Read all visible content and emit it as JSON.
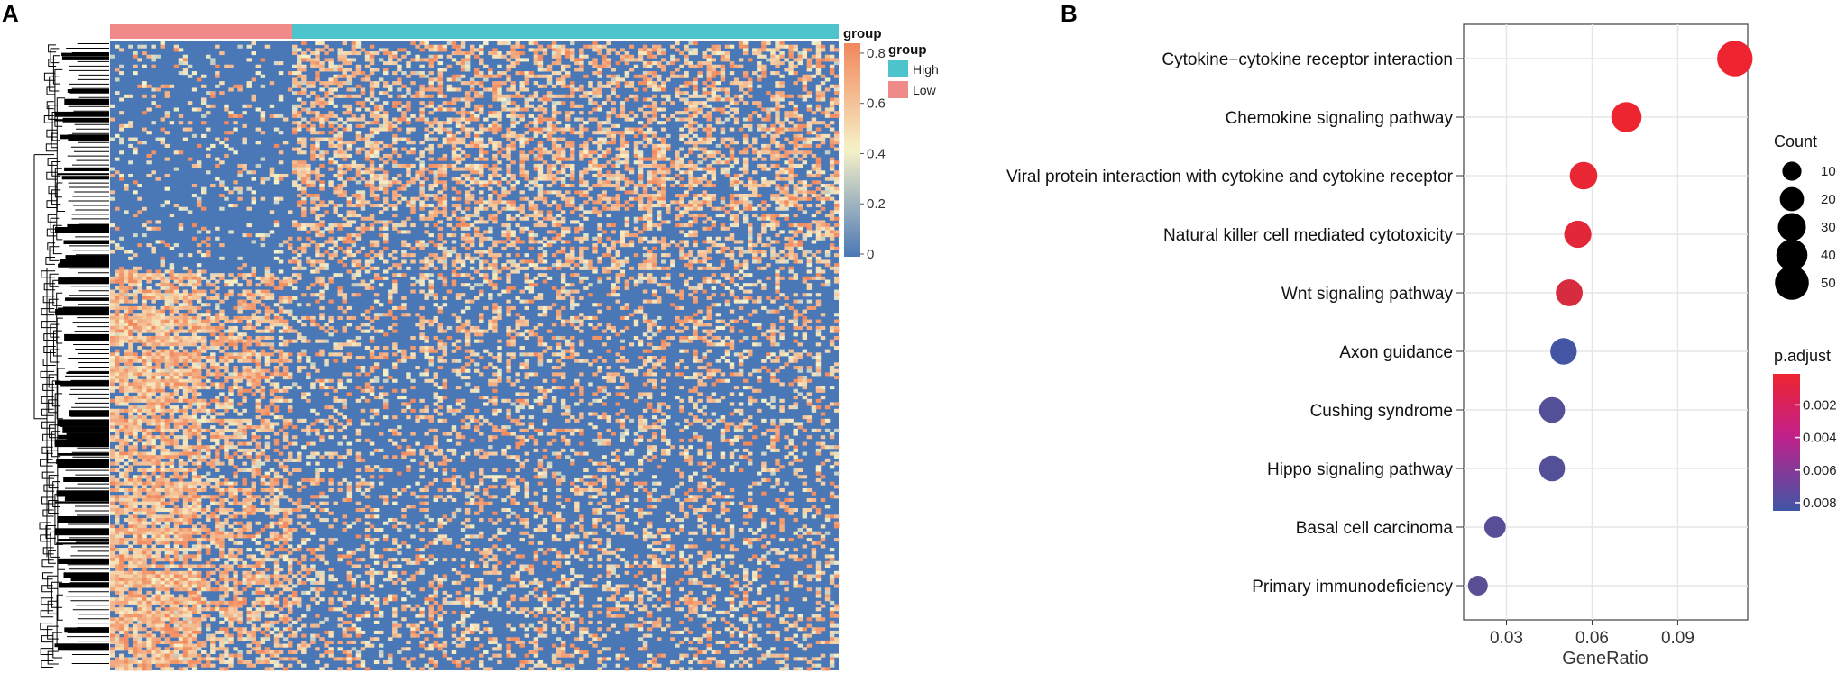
{
  "panels": {
    "a": "A",
    "b": "B"
  },
  "colors": {
    "high": "#4dc3cc",
    "low": "#f08a88",
    "heat_low": "#4a77b5",
    "heat_mid": "#f6f1c8",
    "heat_high": "#f2875c",
    "padj_low": "#ee2430",
    "padj_high": "#3f56a6"
  },
  "chart_data": [
    {
      "type": "heatmap",
      "annotation_title": "group",
      "colorbar": {
        "ticks": [
          "0.8",
          "0.6",
          "0.4",
          "0.2",
          "0"
        ],
        "range": [
          0,
          0.8
        ]
      },
      "legend": {
        "title": "group",
        "items": [
          {
            "label": "High",
            "color": "#4dc3cc"
          },
          {
            "label": "Low",
            "color": "#f08a88"
          }
        ]
      },
      "groups": [
        {
          "name": "Low",
          "fraction": 0.25
        },
        {
          "name": "High",
          "fraction": 0.75
        }
      ]
    },
    {
      "type": "scatter",
      "xlabel": "GeneRatio",
      "xlim": [
        0.015,
        0.1145
      ],
      "xticks": [
        "0.03",
        "0.06",
        "0.09"
      ],
      "categories": [
        "Cytokine−cytokine receptor interaction",
        "Chemokine signaling pathway",
        "Viral protein interaction with cytokine and cytokine receptor",
        "Natural killer cell mediated cytotoxicity",
        "Wnt signaling pathway",
        "Axon guidance",
        "Cushing syndrome",
        "Hippo signaling pathway",
        "Basal cell carcinoma",
        "Primary immunodeficiency"
      ],
      "points": [
        {
          "x": 0.11,
          "count": 56,
          "padjust": 0.0001
        },
        {
          "x": 0.072,
          "count": 37,
          "padjust": 0.0002
        },
        {
          "x": 0.057,
          "count": 29,
          "padjust": 0.0004
        },
        {
          "x": 0.055,
          "count": 28,
          "padjust": 0.0007
        },
        {
          "x": 0.052,
          "count": 27,
          "padjust": 0.0012
        },
        {
          "x": 0.05,
          "count": 26,
          "padjust": 0.0083
        },
        {
          "x": 0.046,
          "count": 24,
          "padjust": 0.0075
        },
        {
          "x": 0.046,
          "count": 24,
          "padjust": 0.0075
        },
        {
          "x": 0.026,
          "count": 14,
          "padjust": 0.0074
        },
        {
          "x": 0.02,
          "count": 11,
          "padjust": 0.0072
        }
      ],
      "size_legend": {
        "title": "Count",
        "values": [
          "10",
          "20",
          "30",
          "40",
          "50"
        ]
      },
      "color_legend": {
        "title": "p.adjust",
        "ticks": [
          "0.002",
          "0.004",
          "0.006",
          "0.008"
        ],
        "range": [
          0.0001,
          0.0085
        ]
      }
    }
  ]
}
